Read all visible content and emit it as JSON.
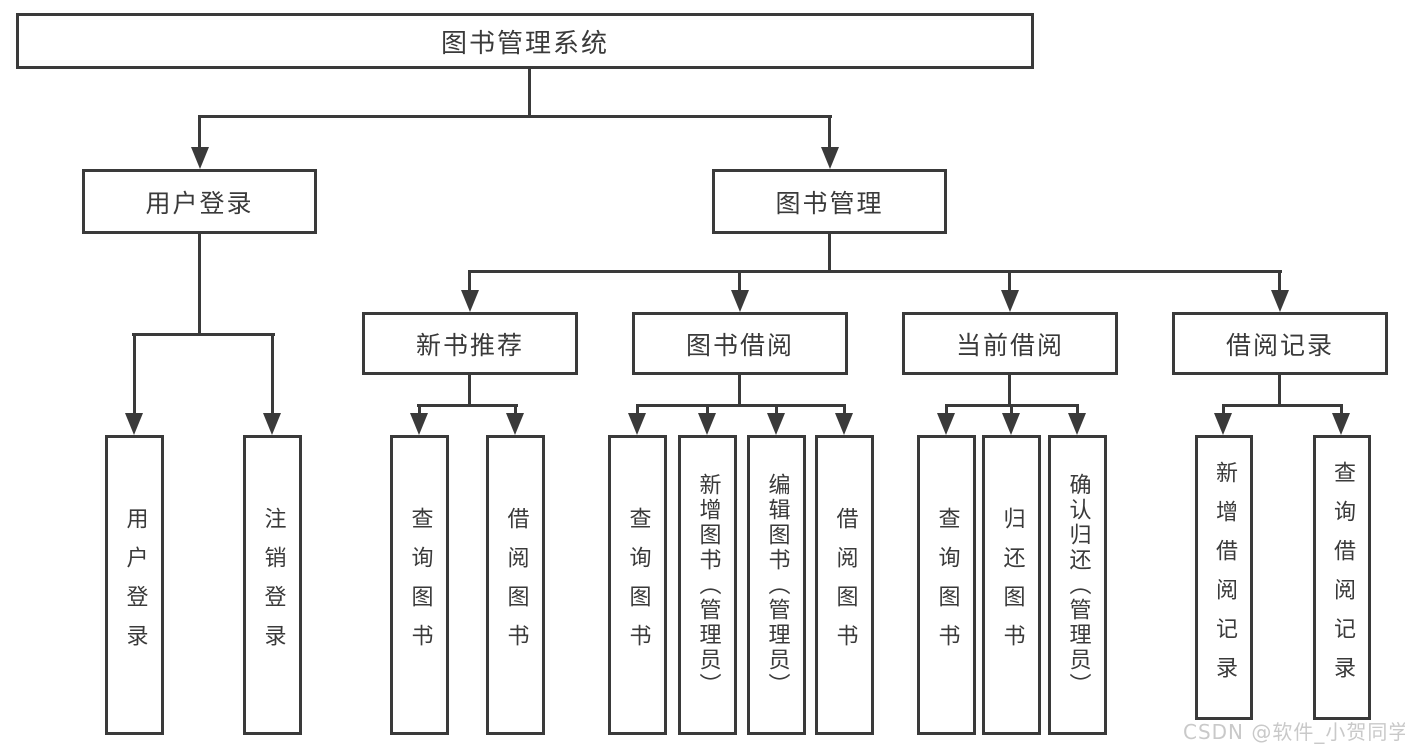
{
  "tree": {
    "label": "图书管理系统",
    "children": [
      {
        "label": "用户登录",
        "children": [
          {
            "label": "用户登录"
          },
          {
            "label": "注销登录"
          }
        ]
      },
      {
        "label": "图书管理",
        "children": [
          {
            "label": "新书推荐",
            "children": [
              {
                "label": "查询图书"
              },
              {
                "label": "借阅图书"
              }
            ]
          },
          {
            "label": "图书借阅",
            "children": [
              {
                "label": "查询图书"
              },
              {
                "label": "新增图书（管理员）"
              },
              {
                "label": "编辑图书（管理员）"
              },
              {
                "label": "借阅图书"
              }
            ]
          },
          {
            "label": "当前借阅",
            "children": [
              {
                "label": "查询图书"
              },
              {
                "label": "归还图书"
              },
              {
                "label": "确认归还（管理员）"
              }
            ]
          },
          {
            "label": "借阅记录",
            "children": [
              {
                "label": "新增借阅记录"
              },
              {
                "label": "查询借阅记录"
              }
            ]
          }
        ]
      }
    ]
  },
  "watermark": {
    "text": "CSDN @软件_小贺同学"
  },
  "colors": {
    "line": "#3a3a3a",
    "text": "#3a3a3a",
    "watermark": "#c9c9c9",
    "background": "#ffffff"
  }
}
